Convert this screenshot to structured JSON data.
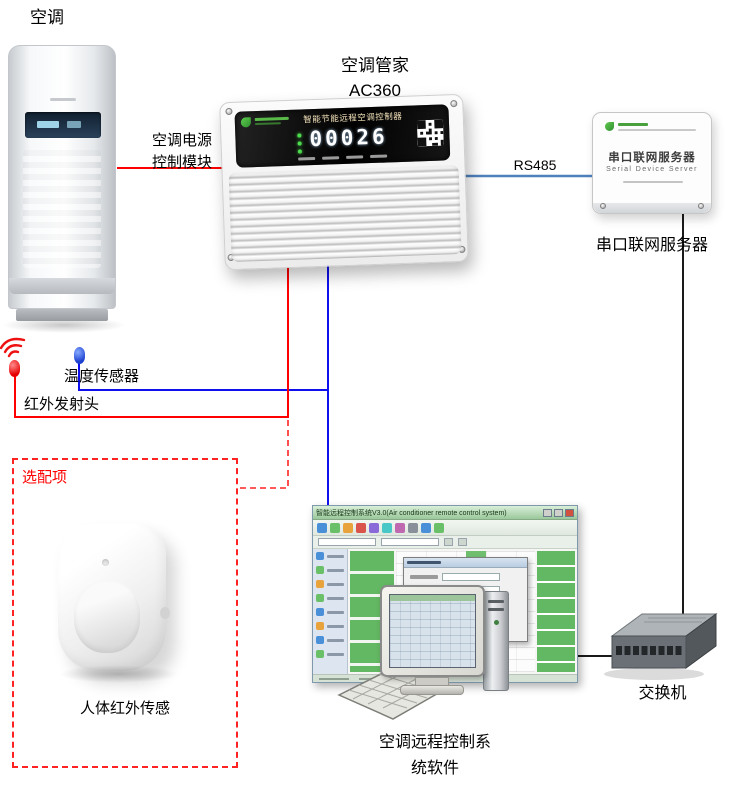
{
  "labels": {
    "ac_unit": "空调",
    "ac_manager_line1": "空调管家",
    "ac_manager_line2": "AC360",
    "power_module_line1": "空调电源",
    "power_module_line2": "控制模块",
    "rs485": "RS485",
    "serial_server": "串口联网服务器",
    "temp_sensor": "温度传感器",
    "ir_emitter": "红外发射头",
    "optional_box": "选配项",
    "pir_sensor": "人体红外传感",
    "software_label_line1": "空调远程控制系",
    "software_label_line2": "统软件",
    "network_switch": "交换机"
  },
  "ac360_device": {
    "panel_title": "智能节能远程空调控制器",
    "display_value": "00026"
  },
  "serial_server_device": {
    "name_cn": "串口联网服务器",
    "name_en": "Serial Device Server"
  },
  "software_window": {
    "title": "智能远程控制系统V3.0(Air conditioner remote control system)"
  },
  "colors": {
    "red_line": "#ff0000",
    "blue_line": "#1010ee",
    "rs485_line": "#4f81bd",
    "black_line": "#1a1a1a",
    "optional_border": "#ff2222",
    "grid_green": "#63b863"
  }
}
